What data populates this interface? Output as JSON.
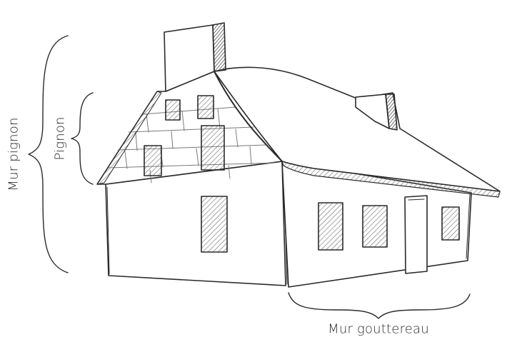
{
  "labels": {
    "mur_pignon": "Mur pignon",
    "pignon": "Pignon",
    "mur_gouttereau": "Mur gouttereau"
  },
  "colors": {
    "ink": "#2a2a2a",
    "hatch": "#6a6a6a",
    "paper": "#ffffff"
  }
}
